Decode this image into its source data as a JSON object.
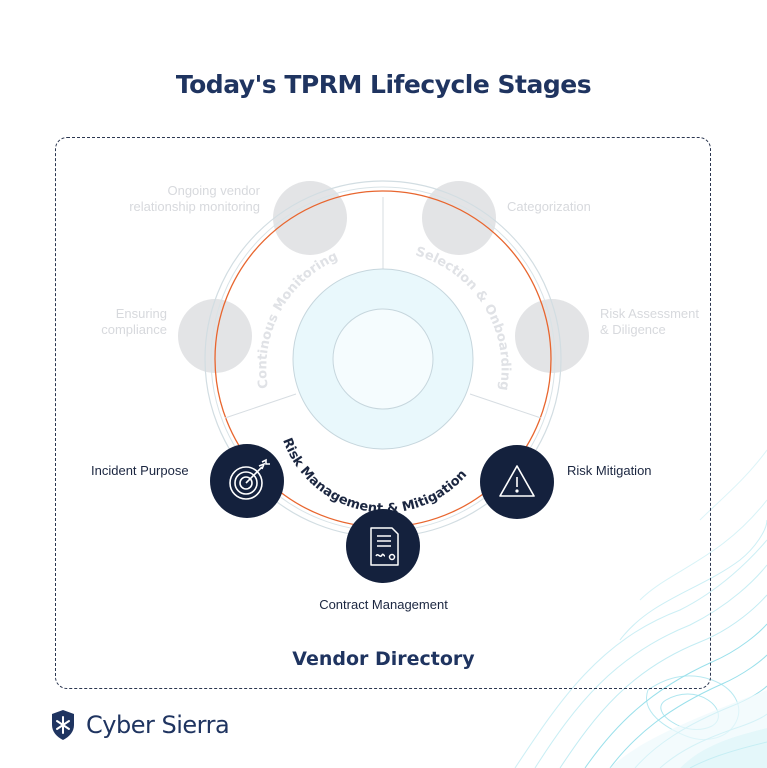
{
  "title": "Today's TPRM Lifecycle Stages",
  "ring_labels": {
    "monitoring": "Continous Monitoring",
    "selection": "Selection & Onboarding",
    "risk": "Risk Management & Mitigation"
  },
  "faded_stages": {
    "ongoing": [
      "Ongoing vendor",
      "relationship monitoring"
    ],
    "categorization": "Categorization",
    "compliance": [
      "Ensuring",
      "compliance"
    ],
    "assessment": [
      "Risk Assessment",
      "& Diligence"
    ]
  },
  "active_stages": {
    "incident": "Incident Purpose",
    "mitigation": "Risk Mitigation",
    "contract": "Contract Management"
  },
  "footer_label": "Vendor Directory",
  "brand": "Cyber Sierra",
  "icons": {
    "incident": "target-icon",
    "mitigation": "warning-triangle-icon",
    "contract": "contract-document-icon",
    "brand": "shield-logo-icon"
  },
  "colors": {
    "navy": "#14213d",
    "title": "#1f3460",
    "accent_ring": "#e8662f",
    "teal_topo": "#7fd8e6",
    "faded_circle": "#e3e4e6"
  }
}
